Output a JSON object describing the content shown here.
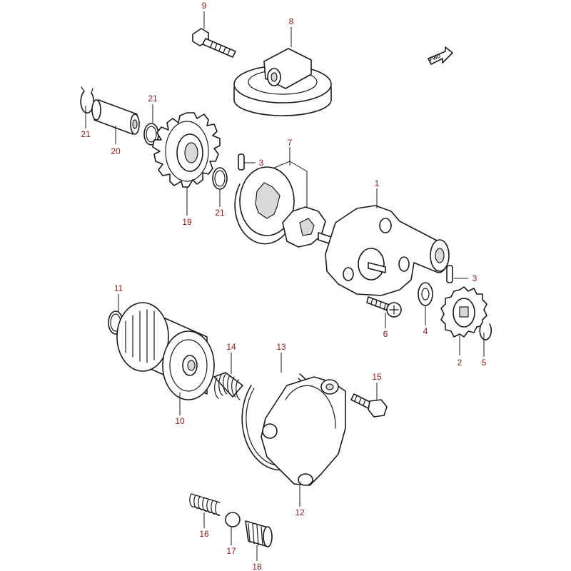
{
  "fwd_label": "FWD",
  "callouts": {
    "c1": "1",
    "c2": "2",
    "c3a": "3",
    "c3b": "3",
    "c4": "4",
    "c5": "5",
    "c6": "6",
    "c7": "7",
    "c8": "8",
    "c9": "9",
    "c10": "10",
    "c11": "11",
    "c12": "12",
    "c13": "13",
    "c14": "14",
    "c15": "15",
    "c16": "16",
    "c17": "17",
    "c18": "18",
    "c19": "19",
    "c20": "20",
    "c21a": "21",
    "c21b": "21",
    "c21c": "21"
  },
  "colors": {
    "callout": "#8b1a1a",
    "line": "#1a1a1a",
    "background": "#ffffff"
  }
}
